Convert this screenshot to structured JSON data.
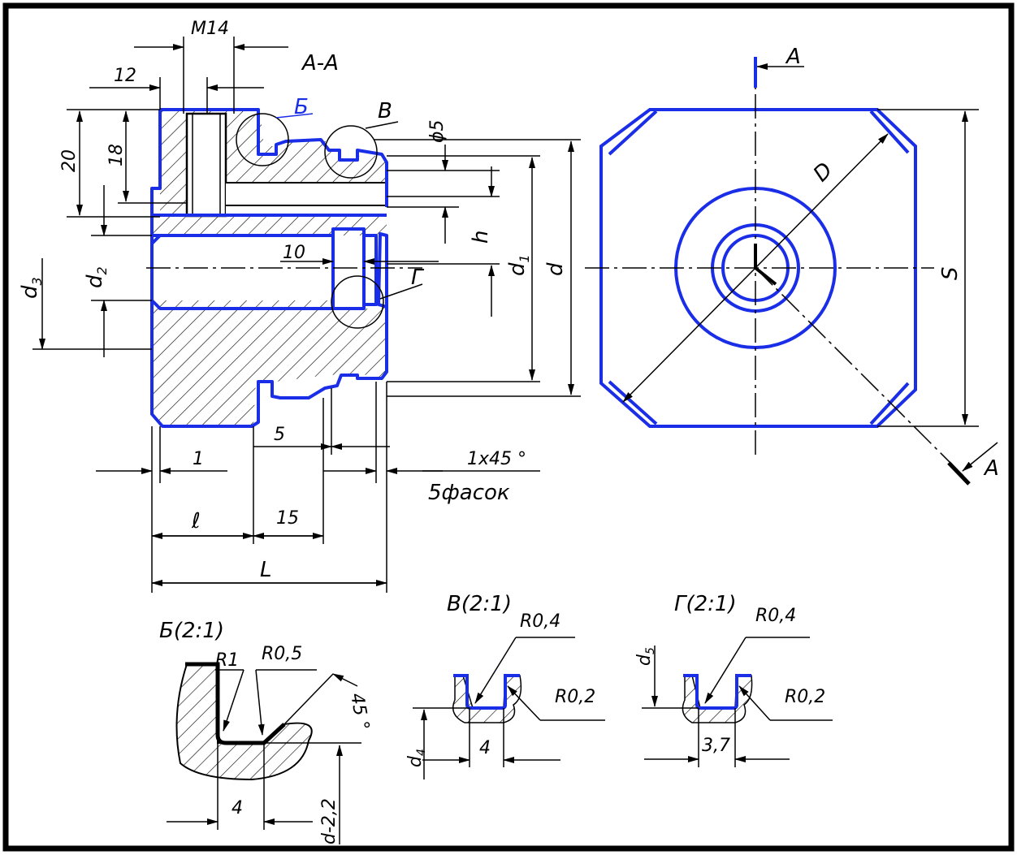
{
  "section": {
    "title": "А-А"
  },
  "labels": {
    "thread": "М14",
    "dim_12": "12",
    "dim_20": "20",
    "dim_18": "18",
    "dim_10": "10",
    "dim_5": "5",
    "dim_1": "1",
    "dim_15": "15",
    "dim_l": "ℓ",
    "dim_L": "L",
    "d1": "d",
    "d1_sub": "1",
    "d": "d",
    "d2": "d",
    "d2_sub": "2",
    "d3": "d",
    "d3_sub": "3",
    "h": "h",
    "phi5": "ϕ5",
    "mark_B": "Б",
    "mark_V": "В",
    "mark_G": "Г",
    "chamfer": "1x45 °",
    "chamfer_note": "5фасок",
    "D": "D",
    "S": "S",
    "cut_A_top": "А",
    "cut_A_bottom": "А"
  },
  "details": {
    "b": {
      "title": "Б(2:1)",
      "r1": "R1",
      "r05": "R0,5",
      "dim_4": "4",
      "angle": "45 °",
      "d_minus": "d-2,2"
    },
    "v": {
      "title": "В(2:1)",
      "r04": "R0,4",
      "r02": "R0,2",
      "dim_4": "4",
      "d4": "d",
      "d4_sub": "4"
    },
    "g": {
      "title": "Г(2:1)",
      "r04": "R0,4",
      "r02": "R0,2",
      "dim_37": "3,7",
      "d5": "d",
      "d5_sub": "5"
    }
  },
  "colors": {
    "outline": "#1a2ee8",
    "line": "#000000",
    "border": "#000000"
  }
}
